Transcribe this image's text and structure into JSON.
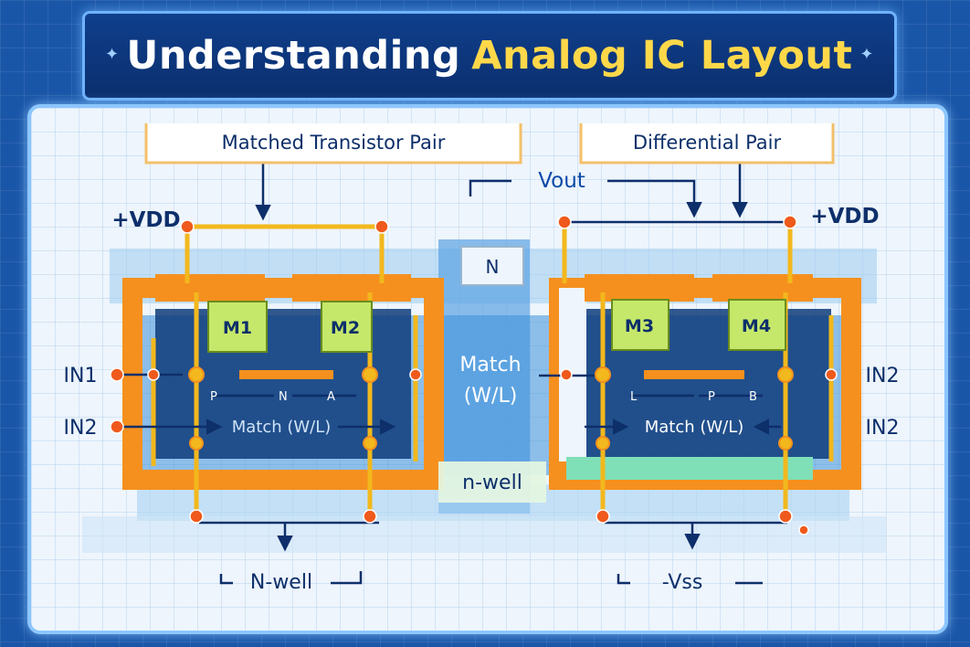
{
  "title": {
    "part1": "Understanding",
    "part2": "Analog IC Layout"
  },
  "labels": {
    "matched_pair": "Matched Transistor Pair",
    "differential_pair": "Differential Pair",
    "vout": "Vout",
    "vdd_left": "+VDD",
    "vdd_right": "+VDD",
    "n_center": "N",
    "m1": "M1",
    "m2": "M2",
    "m3": "M3",
    "m4": "M4",
    "in1_left": "IN1",
    "in2_left": "IN2",
    "in2_right_top": "IN2",
    "in2_right_bottom": "IN2",
    "match_center_line1": "Match",
    "match_center_line2": "(W/L)",
    "match_left": "Match (W/L)",
    "match_right": "Match (W/L)",
    "nwell_center": "n-well",
    "nwell_bottom": "N-well",
    "vss": "-Vss",
    "left_marks": {
      "p": "P",
      "n": "N",
      "a": "A"
    },
    "right_marks": {
      "l": "L",
      "p": "P",
      "b": "B"
    }
  },
  "colors": {
    "orange": "#f5901e",
    "yellow_wire": "#f2b81d",
    "transistor": "#c6e86a",
    "node": "#ef5a1c",
    "dark_blue": "#0d2f6a",
    "blue_region": "#3c8fd8"
  }
}
